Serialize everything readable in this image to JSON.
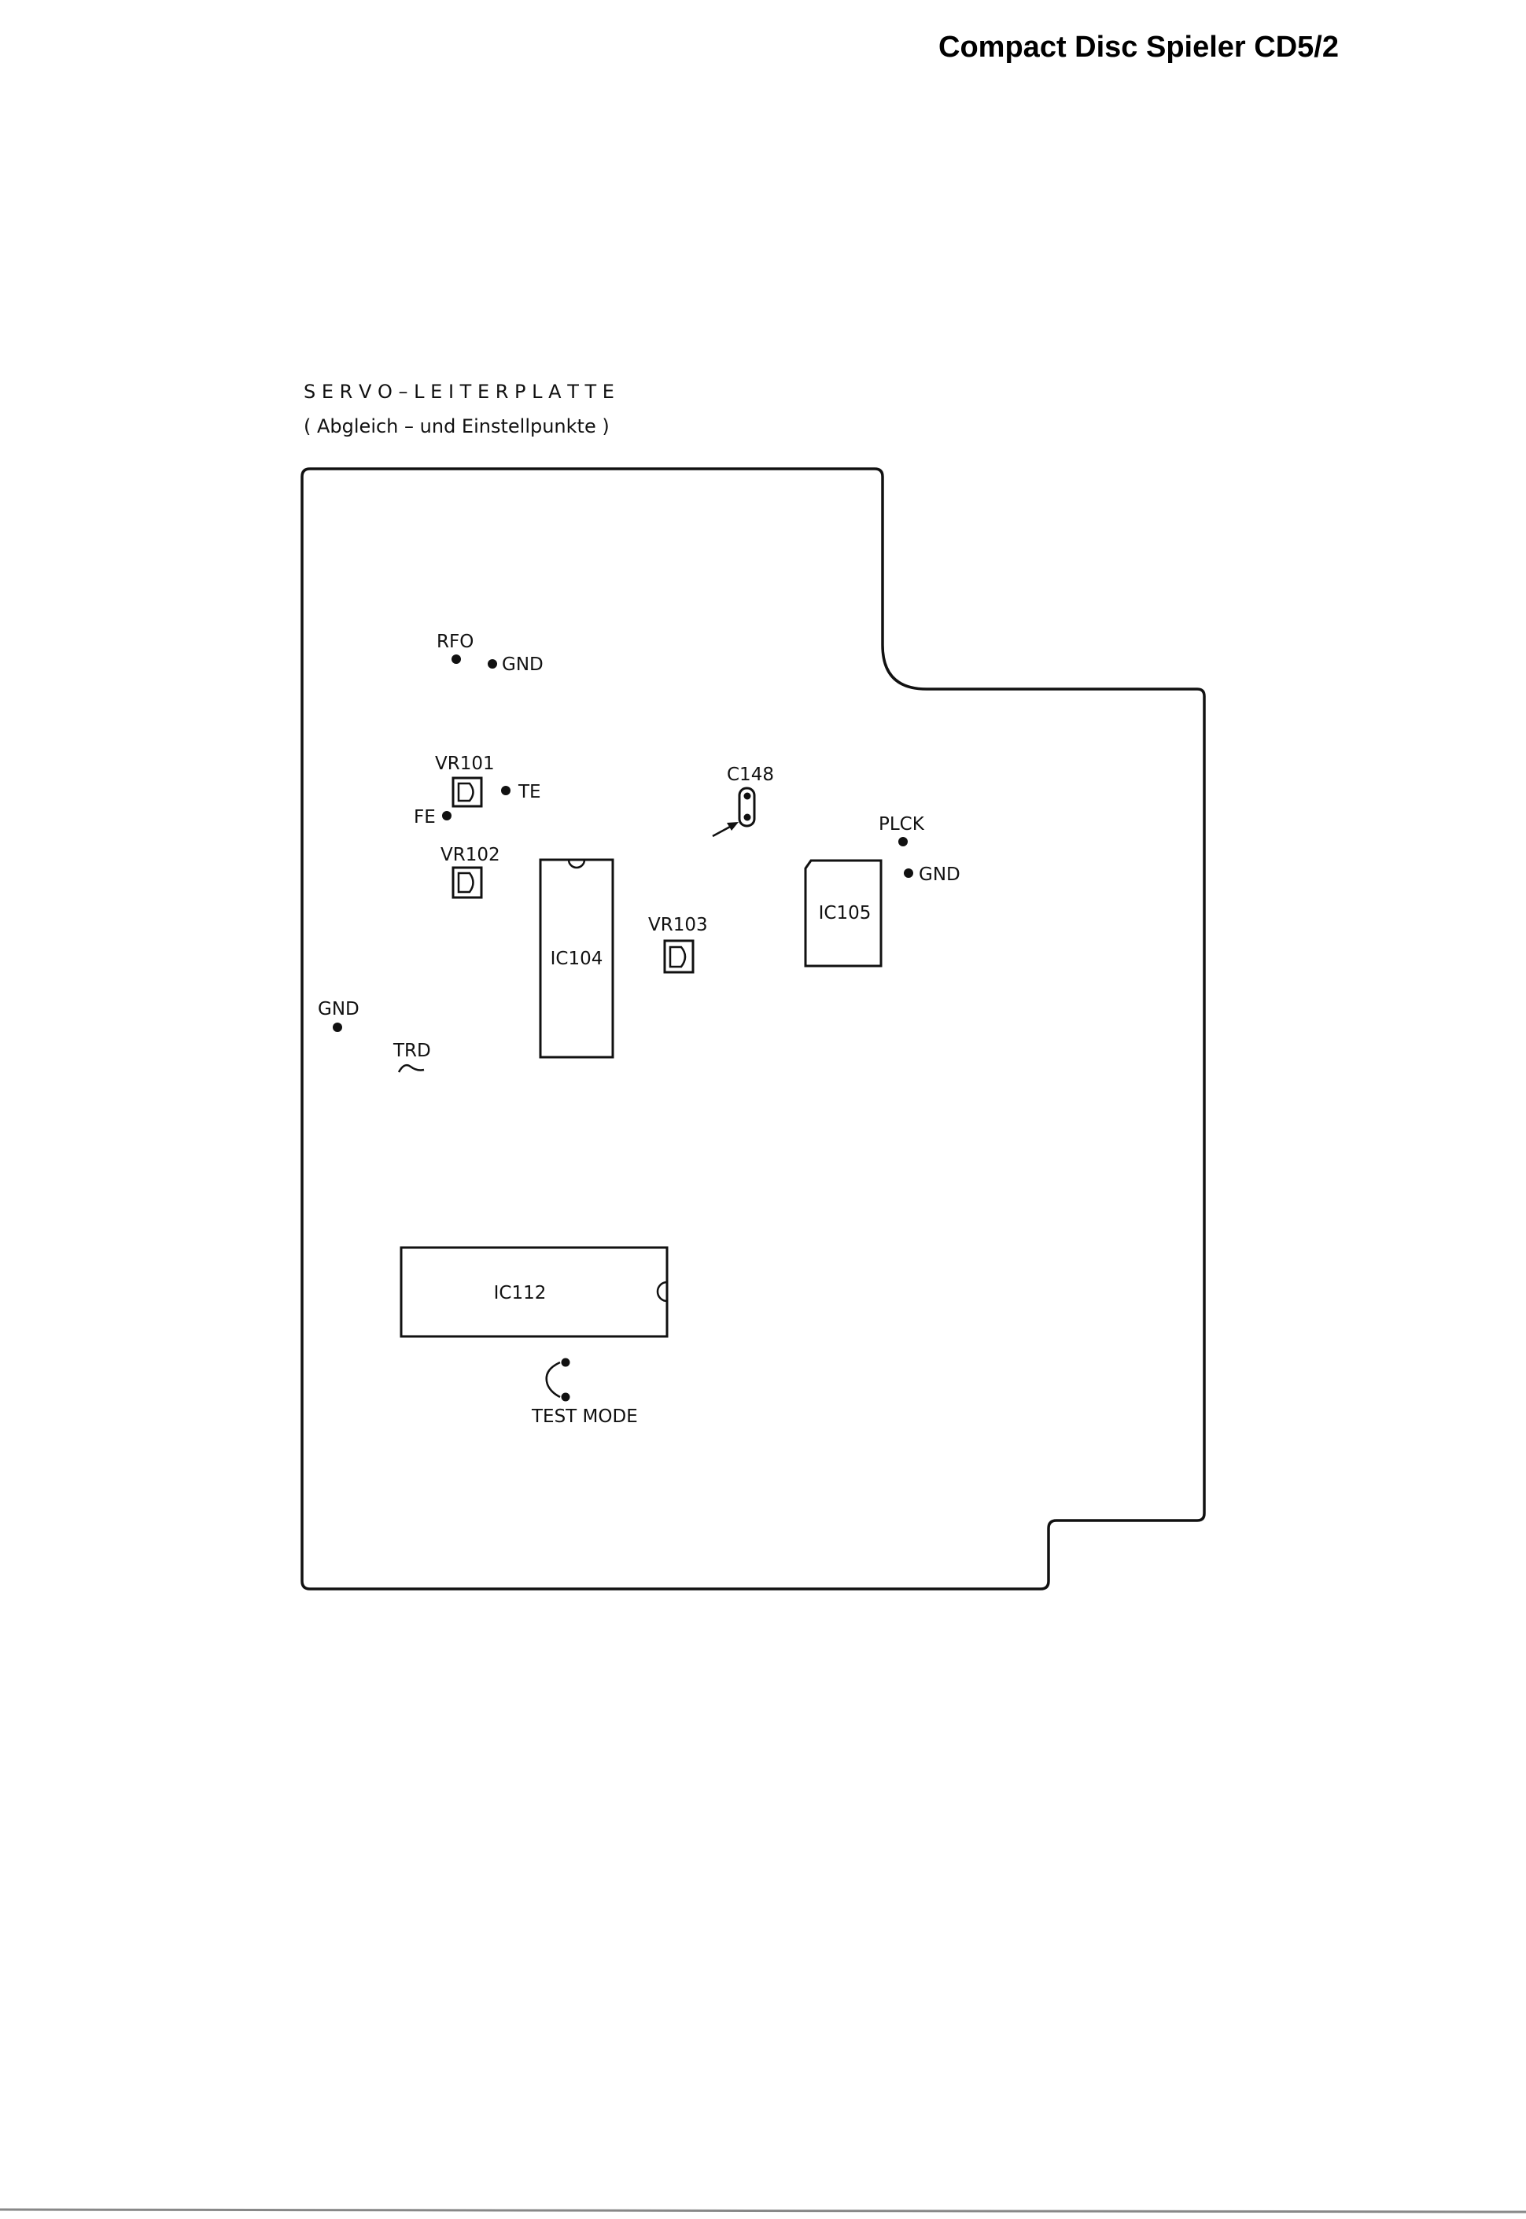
{
  "header": {
    "title": "Compact Disc Spieler CD5/2"
  },
  "diagram": {
    "title": "S E R V O – L E I T E R P L A T T E",
    "subtitle": "( Abgleich – und Einstellpunkte )",
    "labels": {
      "rfo": "RFO",
      "gnd_top": "GND",
      "vr101": "VR101",
      "te": "TE",
      "fe": "FE",
      "vr102": "VR102",
      "c148": "C148",
      "plck": "PLCK",
      "gnd_right": "GND",
      "ic105": "IC105",
      "vr103": "VR103",
      "ic104": "IC104",
      "gnd_left": "GND",
      "trd": "TRD",
      "ic112": "IC112",
      "test_mode": "TEST MODE"
    }
  }
}
